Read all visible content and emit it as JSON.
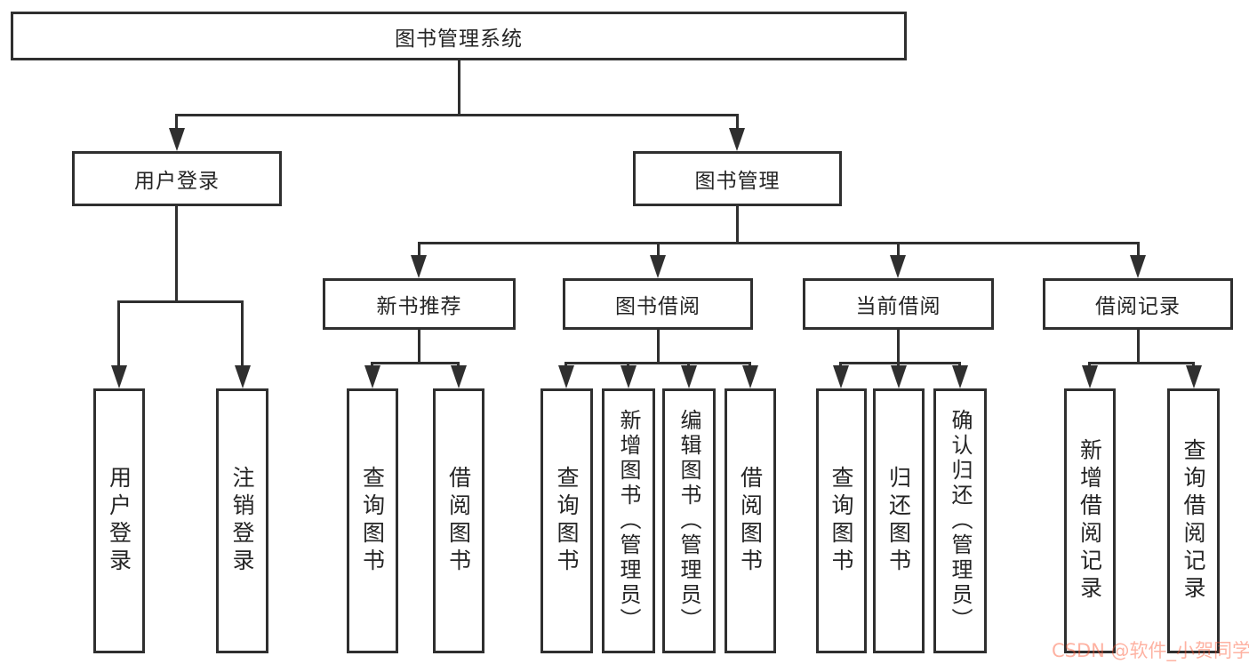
{
  "tree": {
    "label": "图书管理系统",
    "children": [
      {
        "label": "用户登录",
        "children": [
          {
            "label": "用户登录"
          },
          {
            "label": "注销登录"
          }
        ]
      },
      {
        "label": "图书管理",
        "children": [
          {
            "label": "新书推荐",
            "children": [
              {
                "label": "查询图书"
              },
              {
                "label": "借阅图书"
              }
            ]
          },
          {
            "label": "图书借阅",
            "children": [
              {
                "label": "查询图书"
              },
              {
                "label": "新增图书（管理员）"
              },
              {
                "label": "编辑图书（管理员）"
              },
              {
                "label": "借阅图书"
              }
            ]
          },
          {
            "label": "当前借阅",
            "children": [
              {
                "label": "查询图书"
              },
              {
                "label": "归还图书"
              },
              {
                "label": "确认归还（管理员）"
              }
            ]
          },
          {
            "label": "借阅记录",
            "children": [
              {
                "label": "新增借阅记录"
              },
              {
                "label": "查询借阅记录"
              }
            ]
          }
        ]
      }
    ]
  },
  "watermark": {
    "text": "CSDN @软件_小贺同学",
    "color": "#fc5531"
  },
  "colors": {
    "line": "#2f2f2f",
    "border": "#2f2f2f",
    "text": "#252525",
    "background": "#ffffff"
  }
}
